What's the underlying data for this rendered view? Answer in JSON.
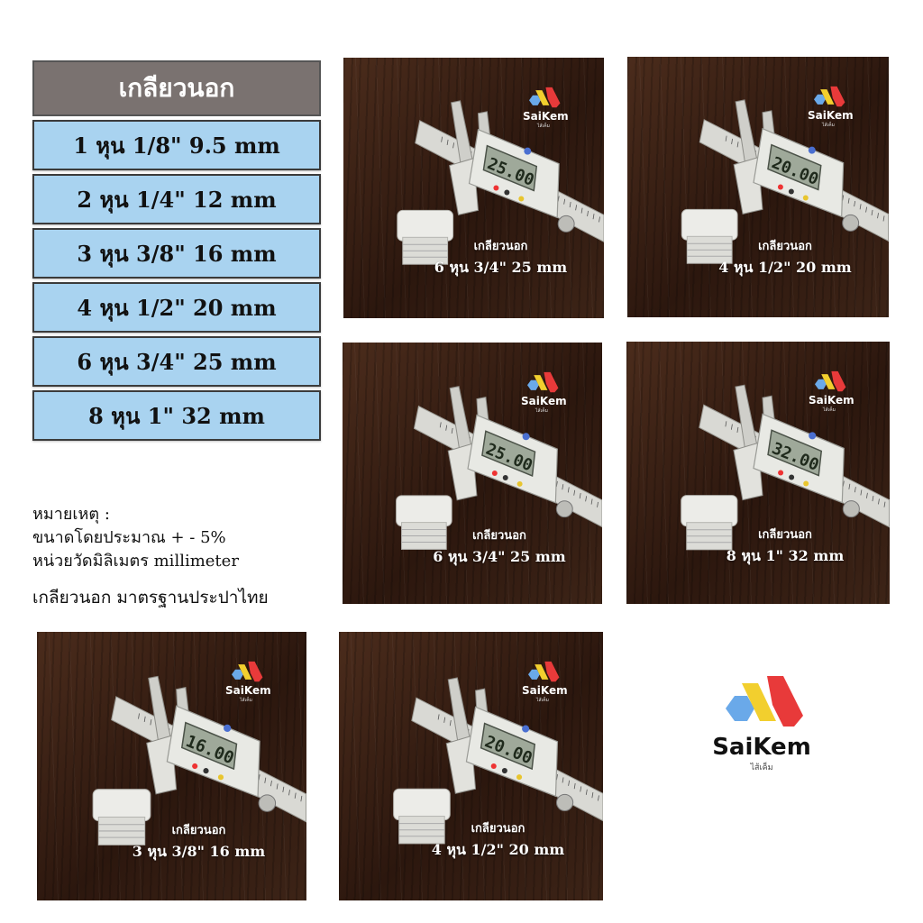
{
  "table": {
    "header": "เกลียวนอก",
    "rows": [
      "1 หุน 1/8\"  9.5 mm",
      "2 หุน 1/4\" 12 mm",
      "3 หุน 3/8\" 16 mm",
      "4 หุน 1/2\" 20 mm",
      "6 หุน 3/4\" 25 mm",
      "8 หุน 1\" 32 mm"
    ]
  },
  "notes": {
    "title": "หมายเหตุ :",
    "line1": "ขนาดโดยประมาณ + - 5%",
    "line2": "หน่วยวัดมิลิเมตร millimeter",
    "standard": "เกลียวนอก มาตรฐานประปาไทย"
  },
  "brand": {
    "name": "SaiKem",
    "subtitle": "ไส้เค็ม",
    "colors": {
      "blue": "#6aa9e9",
      "yellow": "#f2cf2e",
      "red": "#e83a3a"
    }
  },
  "tiles": [
    {
      "label": "เกลียวนอก",
      "size": "6 หุน 3/4\" 25 mm",
      "reading": "25.00"
    },
    {
      "label": "เกลียวนอก",
      "size": "4 หุน 1/2\" 20 mm",
      "reading": "20.00"
    },
    {
      "label": "เกลียวนอก",
      "size": "6 หุน 3/4\" 25 mm",
      "reading": "25.00"
    },
    {
      "label": "เกลียวนอก",
      "size": "8 หุน 1\" 32 mm",
      "reading": "32.00"
    },
    {
      "label": "เกลียวนอก",
      "size": "3 หุน 3/8\" 16 mm",
      "reading": "16.00"
    },
    {
      "label": "เกลียวนอก",
      "size": "4 หุน 1/2\" 20 mm",
      "reading": "20.00"
    }
  ]
}
